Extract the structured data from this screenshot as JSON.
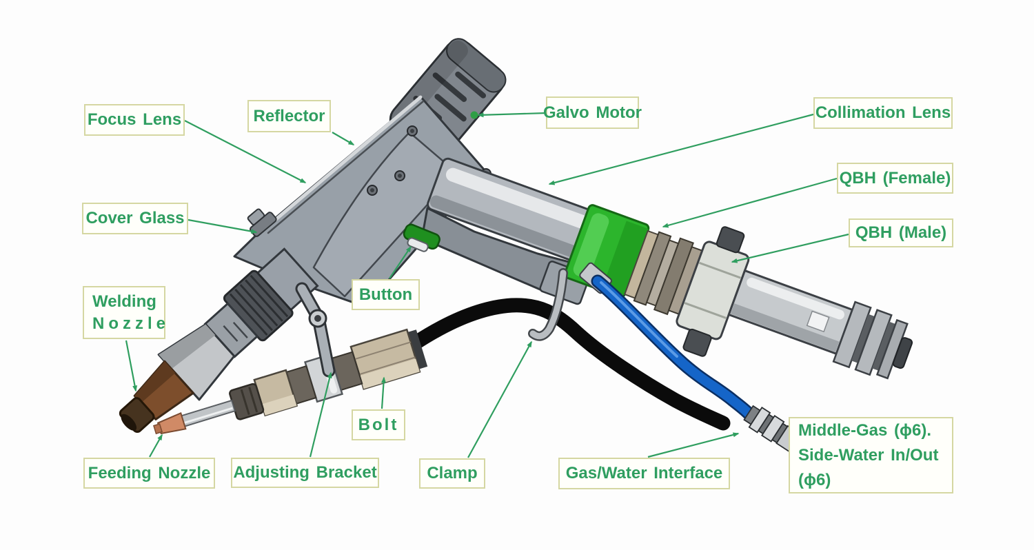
{
  "diagram": {
    "subject": "Handheld laser welding gun — labeled part diagram",
    "background_color": "#fdfdfd"
  },
  "colors": {
    "label_text": "#2f9e60",
    "label_border": "#d5d7a2",
    "label_background": "#fffffa",
    "leader_line_green": "#2f9e5f",
    "gun_body_gray": "#98a0a8",
    "qbh_collar_green": "#2cb52c",
    "cable_black": "#0b0b0b",
    "cable_blue": "#1565c8",
    "welding_nozzle_brown": "#7d4e2c",
    "feeding_nozzle_copper": "#d08a66"
  },
  "labels": [
    {
      "id": "focus-lens",
      "lines": [
        "Focus Lens"
      ]
    },
    {
      "id": "reflector",
      "lines": [
        "Reflector"
      ]
    },
    {
      "id": "galvo-motor",
      "lines": [
        "Galvo Motor"
      ]
    },
    {
      "id": "collimation-lens",
      "lines": [
        "Collimation Lens"
      ]
    },
    {
      "id": "qbh-female",
      "lines": [
        "QBH (Female)"
      ]
    },
    {
      "id": "qbh-male",
      "lines": [
        "QBH (Male)"
      ]
    },
    {
      "id": "cover-glass",
      "lines": [
        "Cover Glass"
      ]
    },
    {
      "id": "button",
      "lines": [
        "Button"
      ]
    },
    {
      "id": "welding-nozzle",
      "lines": [
        "Welding",
        "Nozzle"
      ]
    },
    {
      "id": "bolt",
      "lines": [
        "Bolt"
      ]
    },
    {
      "id": "feeding-nozzle",
      "lines": [
        "Feeding Nozzle"
      ]
    },
    {
      "id": "adjusting-bracket",
      "lines": [
        "Adjusting Bracket"
      ]
    },
    {
      "id": "clamp",
      "lines": [
        "Clamp"
      ]
    },
    {
      "id": "gas-water-interface",
      "lines": [
        "Gas/Water Interface"
      ]
    },
    {
      "id": "middle-gas-side-water",
      "lines": [
        "Middle-Gas (ϕ6).",
        "Side-Water In/Out",
        "(ϕ6)"
      ]
    }
  ]
}
